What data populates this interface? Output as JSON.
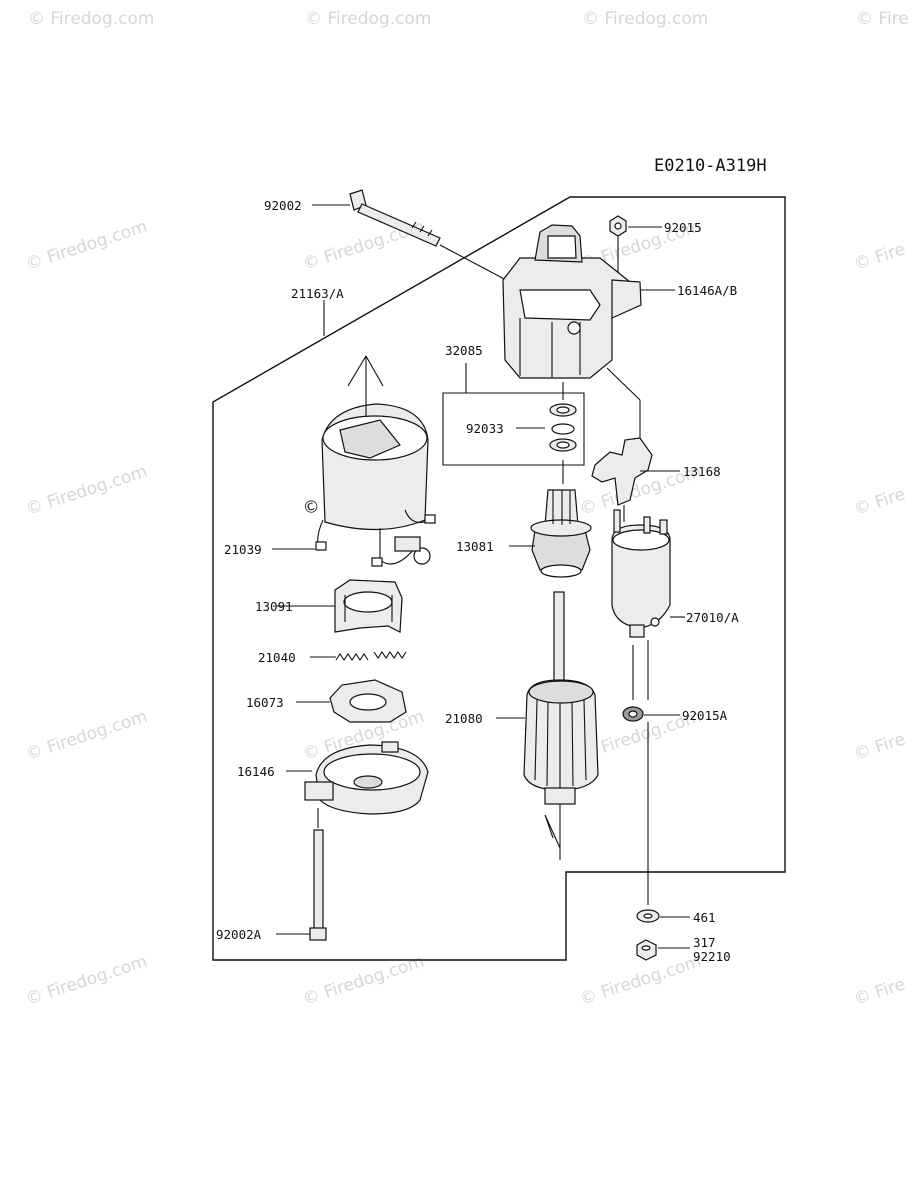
{
  "diagram": {
    "code": "E0210-A319H",
    "colors": {
      "ink": "#111111",
      "part_fill": "#ececec",
      "part_shade": "#9a9a9a",
      "watermark": "#d6d6d6"
    }
  },
  "watermark": {
    "text": "© Firedog.com",
    "text_short": "© Firedog",
    "text_edge": "© Fire"
  },
  "parts": {
    "p92002": "92002",
    "p92015": "92015",
    "p16146ab": "16146A/B",
    "p21163a": "21163/A",
    "p32085": "32085",
    "p92033": "92033",
    "p13168": "13168",
    "p21039": "21039",
    "p13081": "13081",
    "p13091": "13091",
    "p27010a": "27010/A",
    "p21040": "21040",
    "p16073": "16073",
    "p21080": "21080",
    "p92015a": "92015A",
    "p16146": "16146",
    "p461": "461",
    "p317": "317",
    "p92210": "92210",
    "p92002a": "92002A"
  }
}
